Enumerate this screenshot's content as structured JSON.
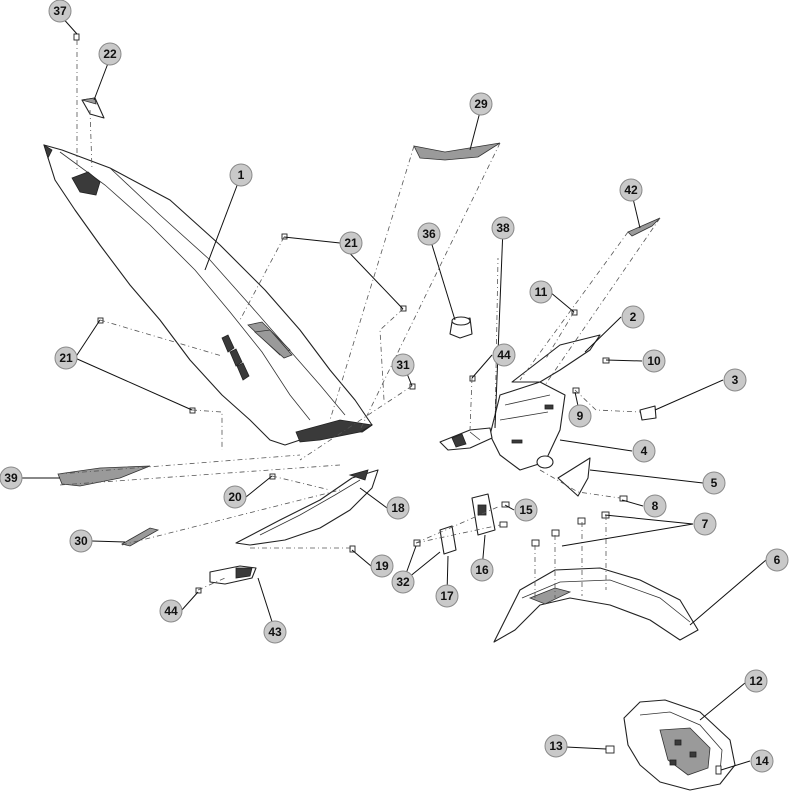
{
  "diagram": {
    "callouts": [
      {
        "id": "c37",
        "label": "37"
      },
      {
        "id": "c22",
        "label": "22"
      },
      {
        "id": "c29",
        "label": "29"
      },
      {
        "id": "c1",
        "label": "1"
      },
      {
        "id": "c42",
        "label": "42"
      },
      {
        "id": "c21a",
        "label": "21"
      },
      {
        "id": "c36",
        "label": "36"
      },
      {
        "id": "c38",
        "label": "38"
      },
      {
        "id": "c11",
        "label": "11"
      },
      {
        "id": "c2",
        "label": "2"
      },
      {
        "id": "c21b",
        "label": "21"
      },
      {
        "id": "c31",
        "label": "31"
      },
      {
        "id": "c44a",
        "label": "44"
      },
      {
        "id": "c10",
        "label": "10"
      },
      {
        "id": "c3",
        "label": "3"
      },
      {
        "id": "c9",
        "label": "9"
      },
      {
        "id": "c4",
        "label": "4"
      },
      {
        "id": "c39",
        "label": "39"
      },
      {
        "id": "c5",
        "label": "5"
      },
      {
        "id": "c20",
        "label": "20"
      },
      {
        "id": "c18",
        "label": "18"
      },
      {
        "id": "c8",
        "label": "8"
      },
      {
        "id": "c15",
        "label": "15"
      },
      {
        "id": "c7",
        "label": "7"
      },
      {
        "id": "c30",
        "label": "30"
      },
      {
        "id": "c6",
        "label": "6"
      },
      {
        "id": "c16",
        "label": "16"
      },
      {
        "id": "c19",
        "label": "19"
      },
      {
        "id": "c32",
        "label": "32"
      },
      {
        "id": "c17",
        "label": "17"
      },
      {
        "id": "c44b",
        "label": "44"
      },
      {
        "id": "c43",
        "label": "43"
      },
      {
        "id": "c12",
        "label": "12"
      },
      {
        "id": "c13",
        "label": "13"
      },
      {
        "id": "c14",
        "label": "14"
      }
    ]
  }
}
